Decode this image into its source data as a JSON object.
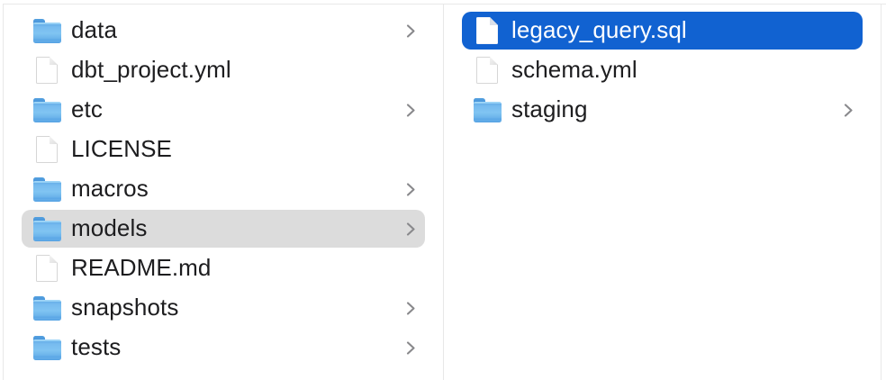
{
  "app": "finder-column-view",
  "colors": {
    "selection_blue": "#1162d1",
    "selection_gray": "#dcdcdc",
    "text": "#1d1d1f",
    "selected_text": "#ffffff",
    "hairline": "#e8e8e8",
    "chevron_gray": "#89898c",
    "folder_blue": "#77bbef"
  },
  "columns": [
    {
      "name": "column-left",
      "items": [
        {
          "name": "data",
          "type": "folder",
          "chevron": true,
          "selected": "none"
        },
        {
          "name": "dbt_project.yml",
          "type": "file",
          "chevron": false,
          "selected": "none"
        },
        {
          "name": "etc",
          "type": "folder",
          "chevron": true,
          "selected": "none"
        },
        {
          "name": "LICENSE",
          "type": "file",
          "chevron": false,
          "selected": "none"
        },
        {
          "name": "macros",
          "type": "folder",
          "chevron": true,
          "selected": "none"
        },
        {
          "name": "models",
          "type": "folder",
          "chevron": true,
          "selected": "inactive"
        },
        {
          "name": "README.md",
          "type": "file",
          "chevron": false,
          "selected": "none"
        },
        {
          "name": "snapshots",
          "type": "folder",
          "chevron": true,
          "selected": "none"
        },
        {
          "name": "tests",
          "type": "folder",
          "chevron": true,
          "selected": "none"
        }
      ]
    },
    {
      "name": "column-right",
      "items": [
        {
          "name": "legacy_query.sql",
          "type": "file",
          "chevron": false,
          "selected": "active"
        },
        {
          "name": "schema.yml",
          "type": "file",
          "chevron": false,
          "selected": "none"
        },
        {
          "name": "staging",
          "type": "folder",
          "chevron": true,
          "selected": "none"
        }
      ]
    }
  ]
}
